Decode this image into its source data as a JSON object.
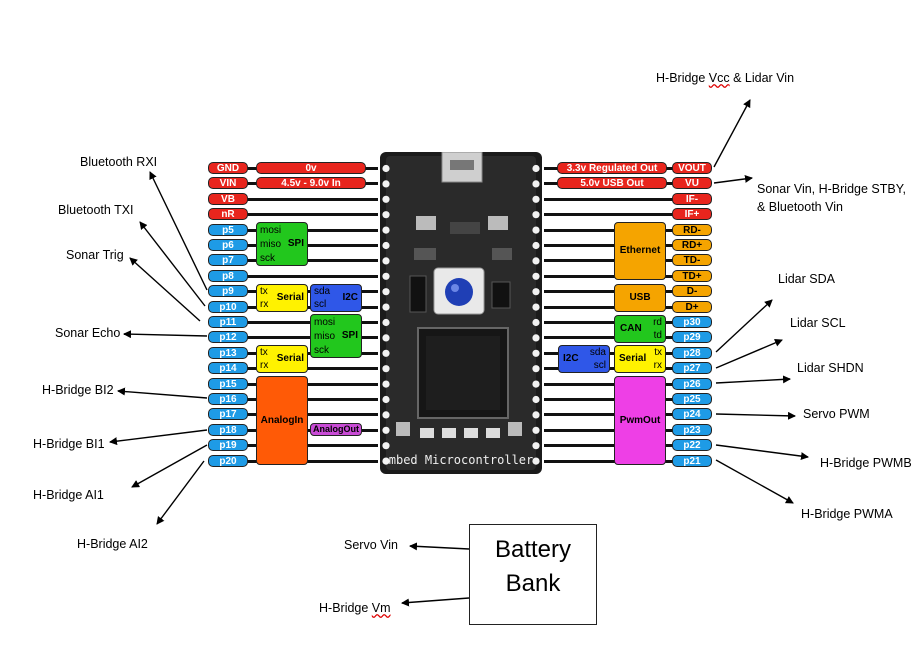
{
  "left_pins": [
    {
      "label": "GND",
      "color": "red"
    },
    {
      "label": "VIN",
      "color": "red"
    },
    {
      "label": "VB",
      "color": "red"
    },
    {
      "label": "nR",
      "color": "red"
    },
    {
      "label": "p5",
      "color": "blue"
    },
    {
      "label": "p6",
      "color": "blue"
    },
    {
      "label": "p7",
      "color": "blue"
    },
    {
      "label": "p8",
      "color": "blue"
    },
    {
      "label": "p9",
      "color": "blue"
    },
    {
      "label": "p10",
      "color": "blue"
    },
    {
      "label": "p11",
      "color": "blue"
    },
    {
      "label": "p12",
      "color": "blue"
    },
    {
      "label": "p13",
      "color": "blue"
    },
    {
      "label": "p14",
      "color": "blue"
    },
    {
      "label": "p15",
      "color": "blue"
    },
    {
      "label": "p16",
      "color": "blue"
    },
    {
      "label": "p17",
      "color": "blue"
    },
    {
      "label": "p18",
      "color": "blue"
    },
    {
      "label": "p19",
      "color": "blue"
    },
    {
      "label": "p20",
      "color": "blue"
    }
  ],
  "right_pins": [
    {
      "label": "VOUT",
      "color": "red"
    },
    {
      "label": "VU",
      "color": "red"
    },
    {
      "label": "IF-",
      "color": "red"
    },
    {
      "label": "IF+",
      "color": "red"
    },
    {
      "label": "RD-",
      "color": "orange"
    },
    {
      "label": "RD+",
      "color": "orange"
    },
    {
      "label": "TD-",
      "color": "orange"
    },
    {
      "label": "TD+",
      "color": "orange"
    },
    {
      "label": "D-",
      "color": "orange"
    },
    {
      "label": "D+",
      "color": "orange"
    },
    {
      "label": "p30",
      "color": "blue"
    },
    {
      "label": "p29",
      "color": "blue"
    },
    {
      "label": "p28",
      "color": "blue"
    },
    {
      "label": "p27",
      "color": "blue"
    },
    {
      "label": "p26",
      "color": "blue"
    },
    {
      "label": "p25",
      "color": "blue"
    },
    {
      "label": "p24",
      "color": "blue"
    },
    {
      "label": "p23",
      "color": "blue"
    },
    {
      "label": "p22",
      "color": "blue"
    },
    {
      "label": "p21",
      "color": "blue"
    }
  ],
  "power_labels": {
    "gnd": "0v",
    "vin": "4.5v - 9.0v In",
    "vout": "3.3v Regulated Out",
    "vu": "5.0v USB Out"
  },
  "blocks": {
    "spi1": {
      "name": "SPI",
      "lines": [
        "mosi",
        "miso",
        "sck"
      ]
    },
    "serial1": {
      "name": "Serial",
      "lines": [
        "tx",
        "rx"
      ]
    },
    "i2c1": {
      "name": "I2C",
      "lines": [
        "sda",
        "scl"
      ]
    },
    "spi2": {
      "name": "SPI",
      "lines": [
        "mosi",
        "miso",
        "sck"
      ]
    },
    "serial2": {
      "name": "Serial",
      "lines": [
        "tx",
        "rx"
      ]
    },
    "analogin": {
      "name": "AnalogIn"
    },
    "analogout": {
      "name": "AnalogOut"
    },
    "ethernet": {
      "name": "Ethernet"
    },
    "usb": {
      "name": "USB"
    },
    "can": {
      "name": "CAN",
      "lines": [
        "rd",
        "td"
      ]
    },
    "i2c2": {
      "name": "I2C",
      "lines": [
        "sda",
        "scl"
      ]
    },
    "serial3": {
      "name": "Serial",
      "lines": [
        "tx",
        "rx"
      ]
    },
    "pwmout": {
      "name": "PwmOut"
    }
  },
  "board_text": "mbed Microcontroller",
  "annotations": {
    "bt_rxi": "Bluetooth RXI",
    "bt_txi": "Bluetooth TXI",
    "sonar_trig": "Sonar Trig",
    "sonar_echo": "Sonar Echo",
    "hb_bi2": "H-Bridge BI2",
    "hb_bi1": "H-Bridge BI1",
    "hb_ai1": "H-Bridge AI1",
    "hb_ai2": "H-Bridge AI2",
    "hb_vcc_prefix": "H-Bridge ",
    "hb_vcc_word": "Vcc",
    "hb_vcc_suffix": " & Lidar Vin",
    "sonar_vin_1": "Sonar Vin, H-Bridge STBY,",
    "sonar_vin_2": "& Bluetooth Vin",
    "lidar_sda": "Lidar SDA",
    "lidar_scl": "Lidar SCL",
    "lidar_shdn": "Lidar SHDN",
    "servo_pwm": "Servo PWM",
    "hb_pwmb": "H-Bridge PWMB",
    "hb_pwma": "H-Bridge PWMA",
    "servo_vin": "Servo Vin",
    "hb_vm_prefix": "H-Bridge ",
    "hb_vm_word": "Vm"
  },
  "battery": {
    "line1": "Battery",
    "line2": "Bank"
  }
}
